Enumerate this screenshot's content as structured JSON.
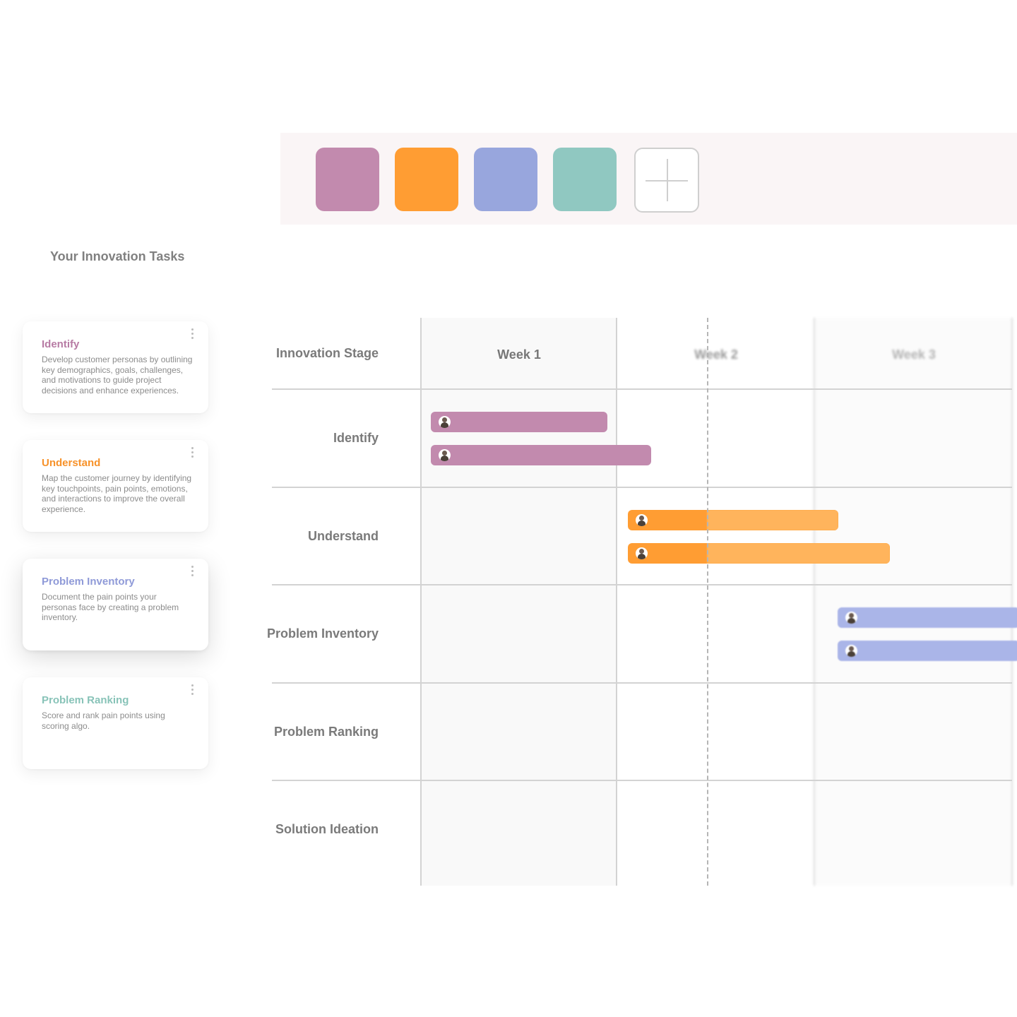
{
  "palette": {
    "swatches": [
      {
        "name": "purple",
        "color": "#c28aae"
      },
      {
        "name": "orange",
        "color": "#ff9d33"
      },
      {
        "name": "blue",
        "color": "#98a6dd"
      },
      {
        "name": "teal",
        "color": "#90c8c1"
      }
    ],
    "add_icon": "plus-icon"
  },
  "tasks_panel": {
    "title": "Your Innovation Tasks",
    "cards": [
      {
        "title": "Identify",
        "color": "#b77ba4",
        "description": "Develop customer personas by outlining key demographics, goals, challenges, and motivations to guide project decisions and enhance experiences."
      },
      {
        "title": "Understand",
        "color": "#f7922a",
        "description": "Map the customer journey by identifying key touchpoints, pain points, emotions, and interactions to improve the overall experience."
      },
      {
        "title": "Problem Inventory",
        "color": "#8f9ad8",
        "description": "Document the pain points your personas face by creating a problem inventory."
      },
      {
        "title": "Problem Ranking",
        "color": "#88c3b8",
        "description": "Score and rank pain points using scoring algo."
      }
    ]
  },
  "gantt": {
    "stage_header": "Innovation Stage",
    "weeks": [
      "Week 1",
      "Week 2",
      "Week 3"
    ],
    "rows": [
      "Identify",
      "Understand",
      "Problem Inventory",
      "Problem Ranking",
      "Solution Ideation"
    ],
    "bar_colors": {
      "identify": "#c28aae",
      "understand": "#ff9d33",
      "understand_light": "#ffb45c",
      "inventory": "#aab5e8"
    }
  }
}
